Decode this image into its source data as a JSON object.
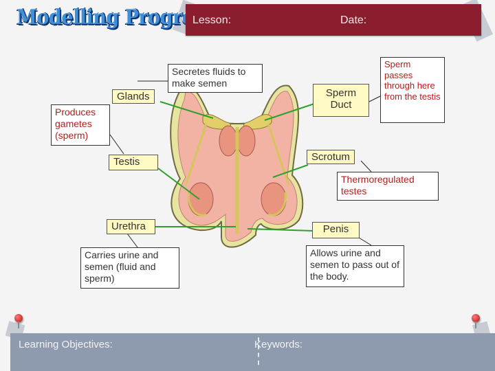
{
  "title": "Modelling Progress",
  "header": {
    "lesson_label": "Lesson:",
    "date_label": "Date:"
  },
  "labels": {
    "glands": "Glands",
    "testis": "Testis",
    "urethra": "Urethra",
    "sperm_duct": "Sperm Duct",
    "scrotum": "Scrotum",
    "penis": "Penis"
  },
  "descriptions": {
    "secretes": "Secretes fluids to make semen",
    "produces": "Produces gametes (sperm)",
    "carries": "Carries urine and semen (fluid and sperm)",
    "sperm_passes": "Sperm passes through here from the testis",
    "thermoregulated": "Thermoregulated testes",
    "allows": "Allows urine and semen to pass out of the body."
  },
  "footer": {
    "objectives_label": "Learning Objectives:",
    "keywords_label": "Keywords:"
  },
  "colors": {
    "header": "#8b1e2e",
    "footer": "#8e9aad",
    "label_fill": "#fff9c4",
    "pointer_line": "#2ca02c",
    "outline_yellow": "#e7e3a0",
    "flesh": "#f2b3a5"
  }
}
